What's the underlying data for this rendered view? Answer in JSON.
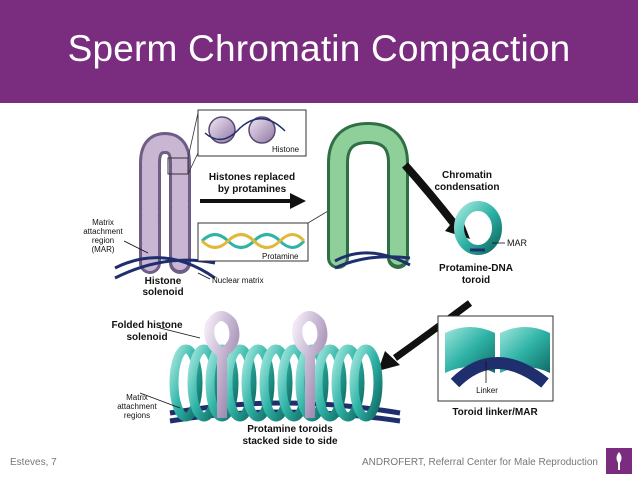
{
  "title": "Sperm Chromatin Compaction",
  "labels": {
    "histone": "Histone",
    "histones_replaced_1": "Histones replaced",
    "histones_replaced_2": "by protamines",
    "protamine": "Protamine",
    "mar_1": "Matrix",
    "mar_2": "attachment",
    "mar_3": "region",
    "mar_4": "(MAR)",
    "nuclear_matrix": "Nuclear matrix",
    "histone_solenoid_1": "Histone",
    "histone_solenoid_2": "solenoid",
    "chromatin_cond_1": "Chromatin",
    "chromatin_cond_2": "condensation",
    "mar": "MAR",
    "toroid_1": "Protamine-DNA",
    "toroid_2": "toroid",
    "folded_1": "Folded histone",
    "folded_2": "solenoid",
    "matrix_regions_1": "Matrix",
    "matrix_regions_2": "attachment",
    "matrix_regions_3": "regions",
    "linker": "Linker",
    "toroid_linker": "Toroid linker/MAR",
    "stacked_1": "Protamine toroids",
    "stacked_2": "stacked side to side"
  },
  "footer": {
    "left": "Esteves, 7",
    "right": "ANDROFERT, Referral Center for Male Reproduction"
  },
  "colors": {
    "title_bar": "#7a2c7e",
    "histone_lilac": "#c9b6d3",
    "protamine_teal": "#2fb3a6",
    "dna_navy": "#1f2f6e"
  }
}
